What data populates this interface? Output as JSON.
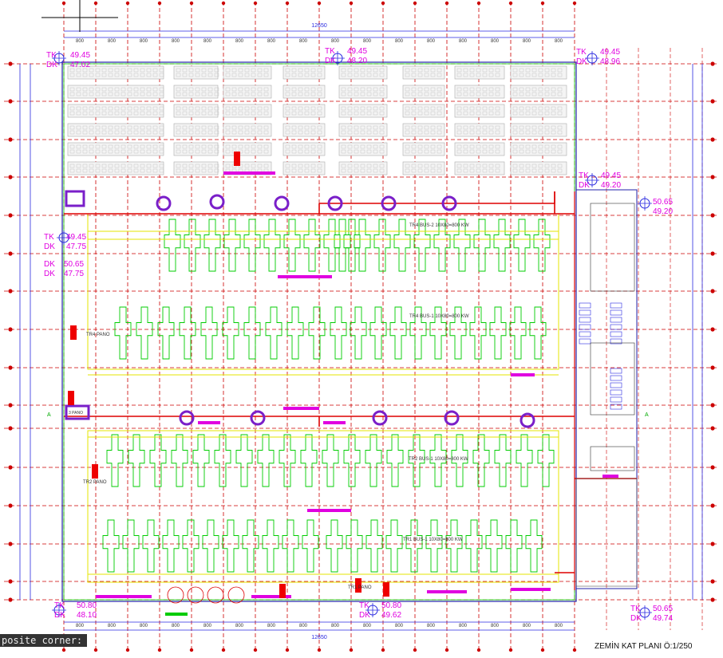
{
  "drawing_title": "ZEMİN KAT PLANI Ö:1/250",
  "snap_tooltip": "posite corner:",
  "overall_dimension": "12650",
  "grid_spacing_label": "800",
  "colors": {
    "grid": "#cc0000",
    "elevation": "#e000e0",
    "panel_rows": "#00cc00",
    "busbar": "#e6e600",
    "power_line": "#dd0000",
    "fan": "#7a1fc9",
    "wall": "#2222aa",
    "equipment": "#aaaaaa"
  },
  "elevations": [
    {
      "tk": "TK",
      "tk_val": "49.45",
      "dk": "DK",
      "dk_val": "47.02"
    },
    {
      "tk": "TK",
      "tk_val": "49.45",
      "dk": "DK",
      "dk_val": "48.20"
    },
    {
      "tk": "TK",
      "tk_val": "49.45",
      "dk": "DK",
      "dk_val": "48.96"
    },
    {
      "tk": "TK",
      "tk_val": "49.45",
      "dk": "DK",
      "dk_val": "49.20"
    },
    {
      "tk": "",
      "tk_val": "50.65",
      "dk": "",
      "dk_val": "49.20"
    },
    {
      "tk": "TK",
      "tk_val": "49.45",
      "dk": "DK",
      "dk_val": "47.75"
    },
    {
      "tk": "DK",
      "tk_val": "50.65",
      "dk": "DK",
      "dk_val": "47.75"
    },
    {
      "tk": "TK",
      "tk_val": "50.80",
      "dk": "DK",
      "dk_val": "48.10"
    },
    {
      "tk": "TK",
      "tk_val": "50.80",
      "dk": "DK",
      "dk_val": "49.62"
    },
    {
      "tk": "TK",
      "tk_val": "50.65",
      "dk": "DK",
      "dk_val": "49.74"
    }
  ],
  "labels": {
    "tr4_bus2": "TR4 BUS-2 10X80=800 KW",
    "tr4_bus1": "TR4 BUS-1 10X80=800 KW",
    "tr2_bus1": "TR2 BUS-1 10X80=800 KW",
    "tr1_bus1": "TR1 BUS-1 10X80=800 KW",
    "tr4_pano": "TR4 PANO",
    "tr2_pano": "TR2 PANO",
    "tr1_pano": "TR1 PANO",
    "tr3_pano": "3 PANO",
    "section_a": "A"
  }
}
